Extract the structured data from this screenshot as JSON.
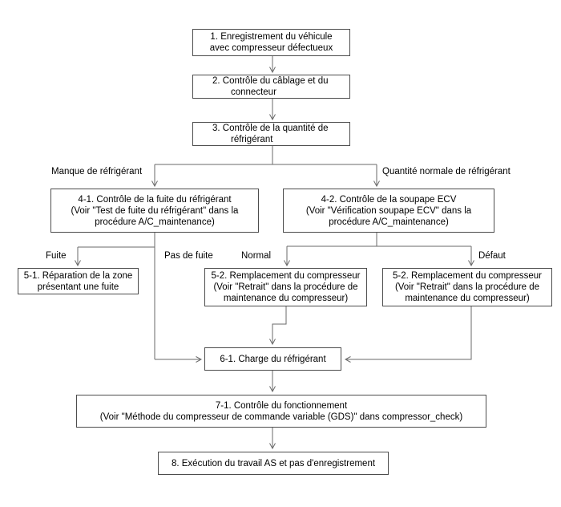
{
  "diagram": {
    "title_implicit": "Procédure de diagnostic du compresseur A/C",
    "colors": {
      "line": "#6a6a6a",
      "box_border": "#4d4d4d",
      "text": "#000000",
      "background": "#ffffff"
    },
    "boxes": {
      "step1": {
        "lines": [
          "1. Enregistrement du véhicule",
          "avec compresseur défectueux"
        ]
      },
      "step2": {
        "lines": [
          "2. Contrôle du câblage et du",
          "connecteur"
        ]
      },
      "step3": {
        "lines": [
          "3. Contrôle de la quantité de",
          "réfrigérant"
        ]
      },
      "step4_1": {
        "lines": [
          "4-1. Contrôle de la fuite du réfrigérant",
          "(Voir \"Test de fuite du réfrigérant\" dans la",
          "procédure A/C_maintenance)"
        ]
      },
      "step4_2": {
        "lines": [
          "4-2. Contrôle de la soupape ECV",
          "(Voir \"Vérification soupape ECV\" dans la",
          "procédure A/C_maintenance)"
        ]
      },
      "step5_1": {
        "lines": [
          "5-1. Réparation de la zone",
          "présentant une fuite"
        ]
      },
      "step5_2a": {
        "lines": [
          "5-2. Remplacement du compresseur",
          "(Voir \"Retrait\" dans la procédure de",
          "maintenance du compresseur)"
        ]
      },
      "step5_2b": {
        "lines": [
          "5-2. Remplacement du compresseur",
          "(Voir \"Retrait\" dans la procédure de",
          "maintenance du compresseur)"
        ]
      },
      "step6_1": {
        "lines": [
          "6-1. Charge du réfrigérant"
        ]
      },
      "step7_1": {
        "lines": [
          "7-1. Contrôle du fonctionnement",
          "(Voir \"Méthode du compresseur de commande variable (GDS)\" dans compressor_check)"
        ]
      },
      "step8": {
        "lines": [
          "8. Exécution du travail AS et pas d'enregistrement"
        ]
      }
    },
    "labels": {
      "manque": "Manque de réfrigérant",
      "quantite_normale": "Quantité normale de réfrigérant",
      "fuite": "Fuite",
      "pas_de_fuite": "Pas de fuite",
      "normal": "Normal",
      "defaut": "Défaut"
    },
    "edges": [
      {
        "from": "step1",
        "to": "step2",
        "label": ""
      },
      {
        "from": "step2",
        "to": "step3",
        "label": ""
      },
      {
        "from": "step3",
        "to": "step4_1",
        "label": "Manque de réfrigérant"
      },
      {
        "from": "step3",
        "to": "step4_2",
        "label": "Quantité normale de réfrigérant"
      },
      {
        "from": "step4_1",
        "to": "step5_1",
        "label": "Fuite"
      },
      {
        "from": "step4_1",
        "to": "step6_1",
        "label": "Pas de fuite"
      },
      {
        "from": "step4_2",
        "to": "step5_2a",
        "label": "Normal"
      },
      {
        "from": "step4_2",
        "to": "step5_2b",
        "label": "Défaut"
      },
      {
        "from": "step5_2a",
        "to": "step6_1",
        "label": ""
      },
      {
        "from": "step5_2b",
        "to": "step6_1",
        "label": ""
      },
      {
        "from": "step6_1",
        "to": "step7_1",
        "label": ""
      },
      {
        "from": "step7_1",
        "to": "step8",
        "label": ""
      }
    ]
  }
}
